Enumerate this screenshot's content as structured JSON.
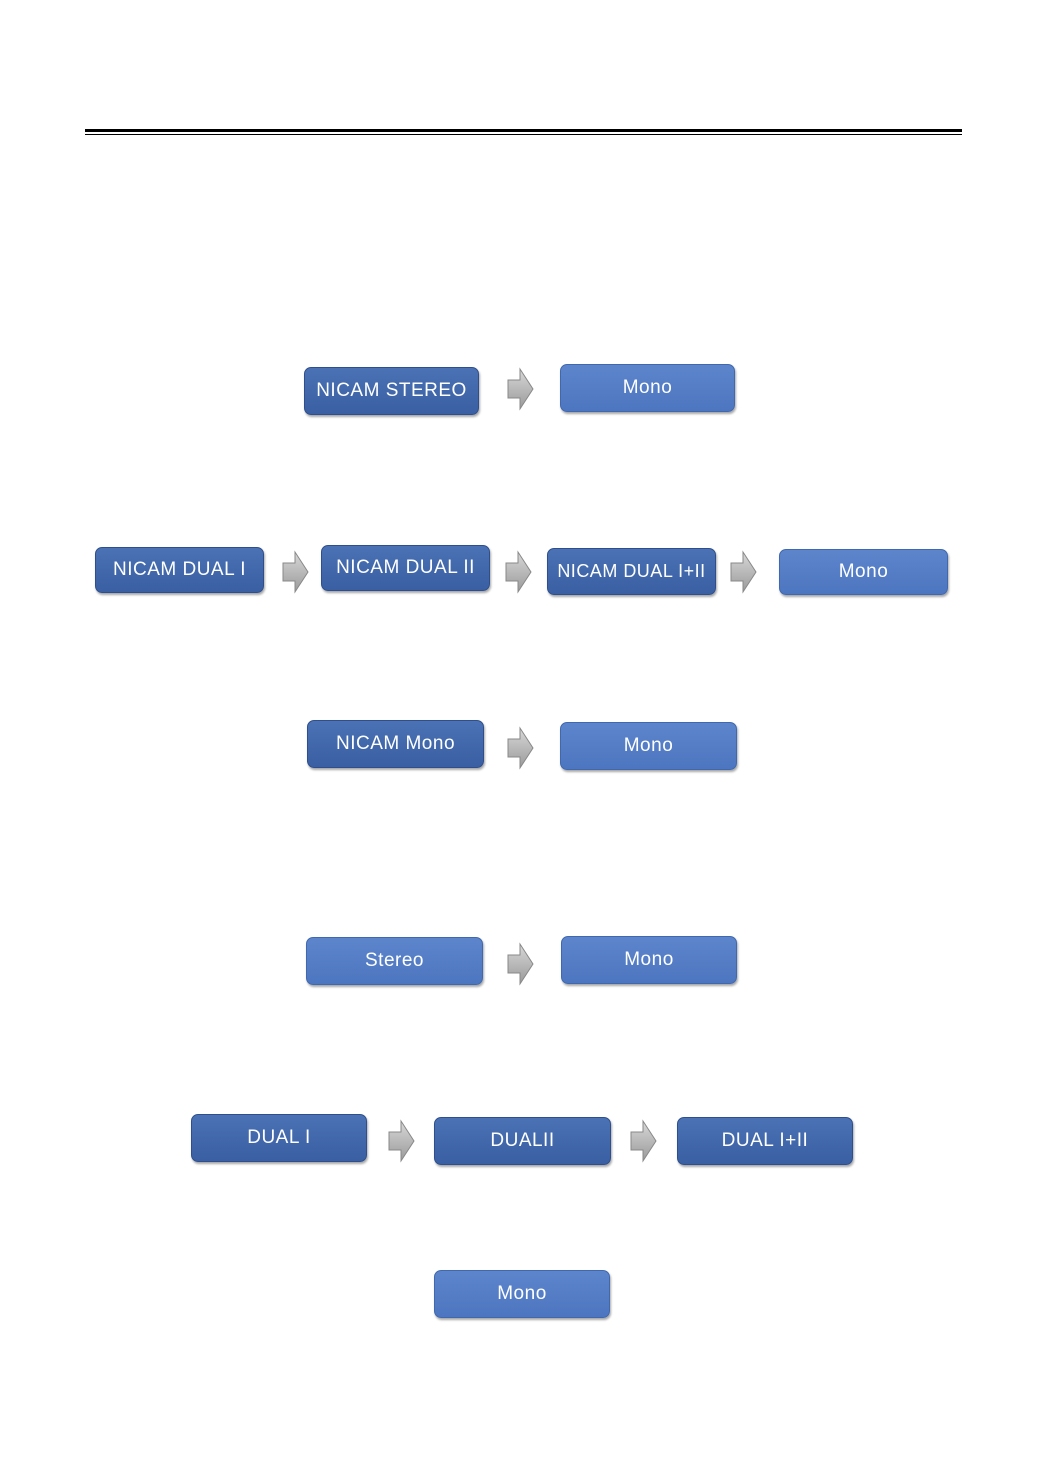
{
  "rows": [
    {
      "from": "NICAM STEREO",
      "to": "Mono"
    },
    {
      "steps": [
        "NICAM DUAL I",
        "NICAM DUAL II",
        "NICAM DUAL I+II",
        "Mono"
      ]
    },
    {
      "from": "NICAM Mono",
      "to": "Mono"
    },
    {
      "from": "Stereo",
      "to": "Mono"
    },
    {
      "steps": [
        "DUAL I",
        "DUALII",
        "DUAL I+II"
      ]
    },
    {
      "single": "Mono"
    }
  ],
  "icons": {
    "arrow": "right-arrow-icon"
  }
}
